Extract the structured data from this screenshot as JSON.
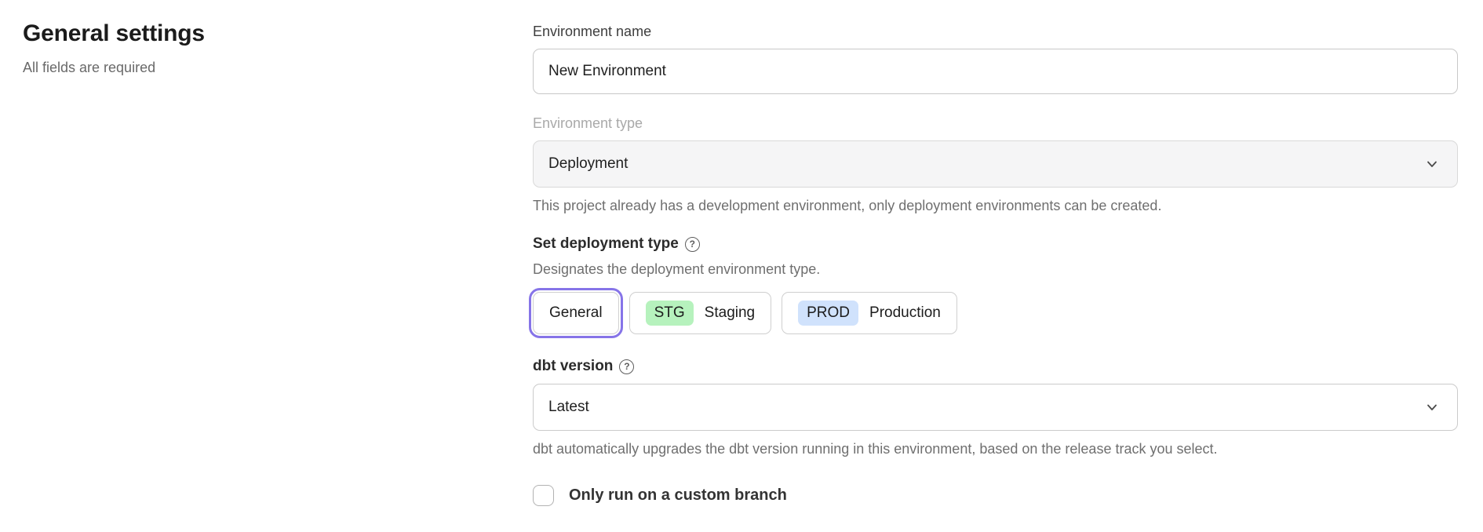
{
  "header": {
    "title": "General settings",
    "subtitle": "All fields are required"
  },
  "form": {
    "environment_name": {
      "label": "Environment name",
      "value": "New Environment"
    },
    "environment_type": {
      "label": "Environment type",
      "value": "Deployment",
      "state": "disabled",
      "helper": "This project already has a development environment, only deployment environments can be created."
    },
    "deployment_type": {
      "label": "Set deployment type",
      "description": "Designates the deployment environment type.",
      "options": [
        {
          "label": "General",
          "selected": true
        },
        {
          "badge": "STG",
          "label": "Staging",
          "selected": false,
          "badge_color": "#b6f2bd"
        },
        {
          "badge": "PROD",
          "label": "Production",
          "selected": false,
          "badge_color": "#d0e2fc"
        }
      ]
    },
    "dbt_version": {
      "label": "dbt version",
      "value": "Latest",
      "helper": "dbt automatically upgrades the dbt version running in this environment, based on the release track you select."
    },
    "custom_branch": {
      "label": "Only run on a custom branch",
      "checked": false
    }
  },
  "icons": {
    "help_glyph": "?",
    "chevron_down": "chevron-down"
  },
  "colors": {
    "accent_ring": "#8674e8",
    "staging_badge": "#b6f2bd",
    "production_badge": "#d0e2fc",
    "disabled_field_bg": "#f5f5f6"
  }
}
